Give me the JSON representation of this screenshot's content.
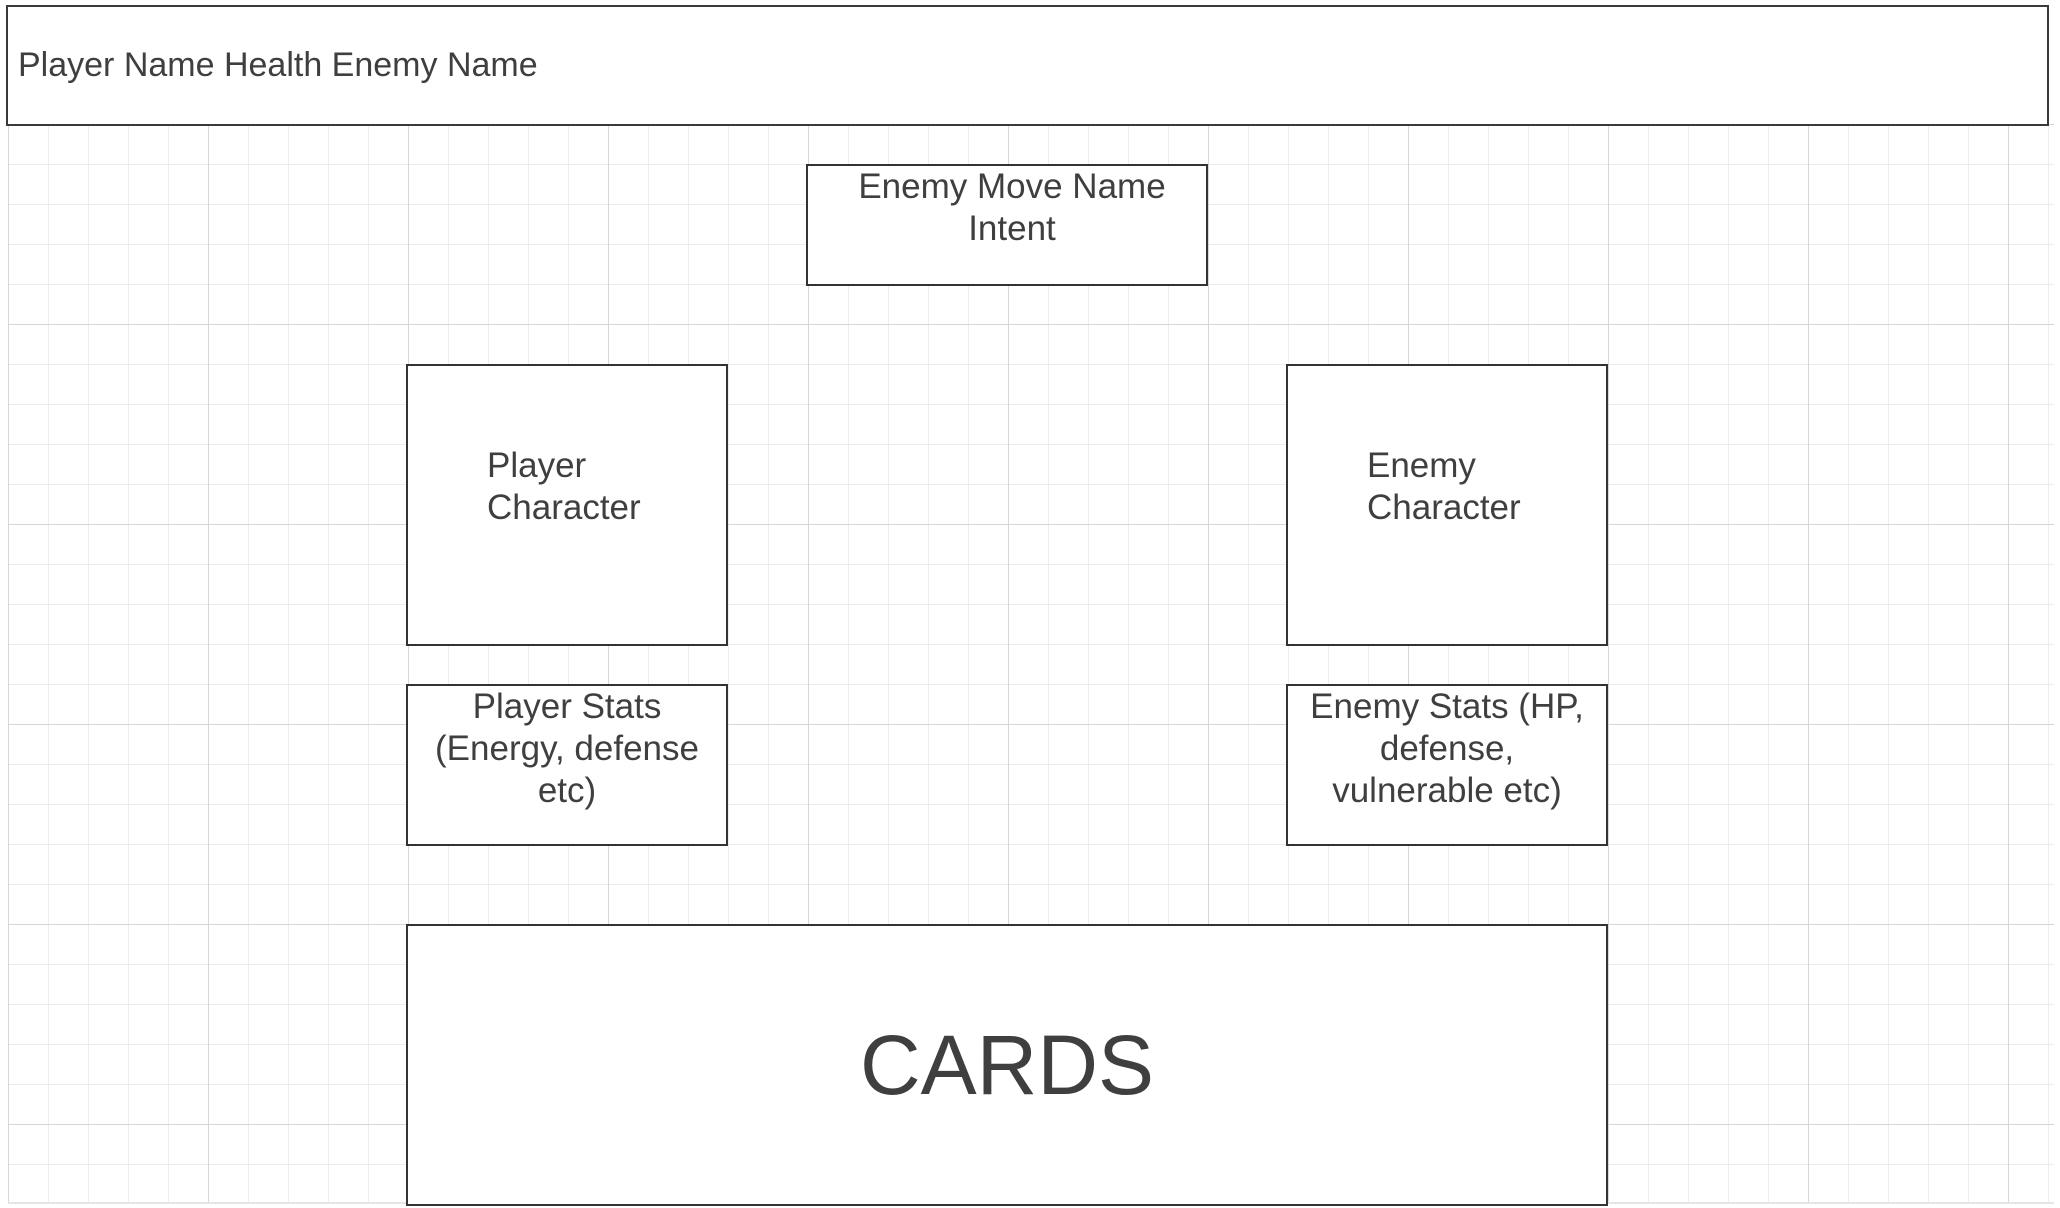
{
  "header": {
    "text": "Player Name Health Enemy Name"
  },
  "enemy_intent": {
    "text": "Enemy Move Name Intent"
  },
  "player_character": {
    "text": "Player Character"
  },
  "enemy_character": {
    "text": "Enemy Character"
  },
  "player_stats": {
    "text": "Player Stats (Energy, defense etc)"
  },
  "enemy_stats": {
    "text": "Enemy Stats (HP, defense, vulnerable etc)"
  },
  "cards": {
    "text": "CARDS"
  },
  "colors": {
    "border": "#333333",
    "text": "#3f3f3f",
    "grid_minor": "#ececec",
    "grid_major": "#d7d7d7",
    "background": "#ffffff"
  }
}
